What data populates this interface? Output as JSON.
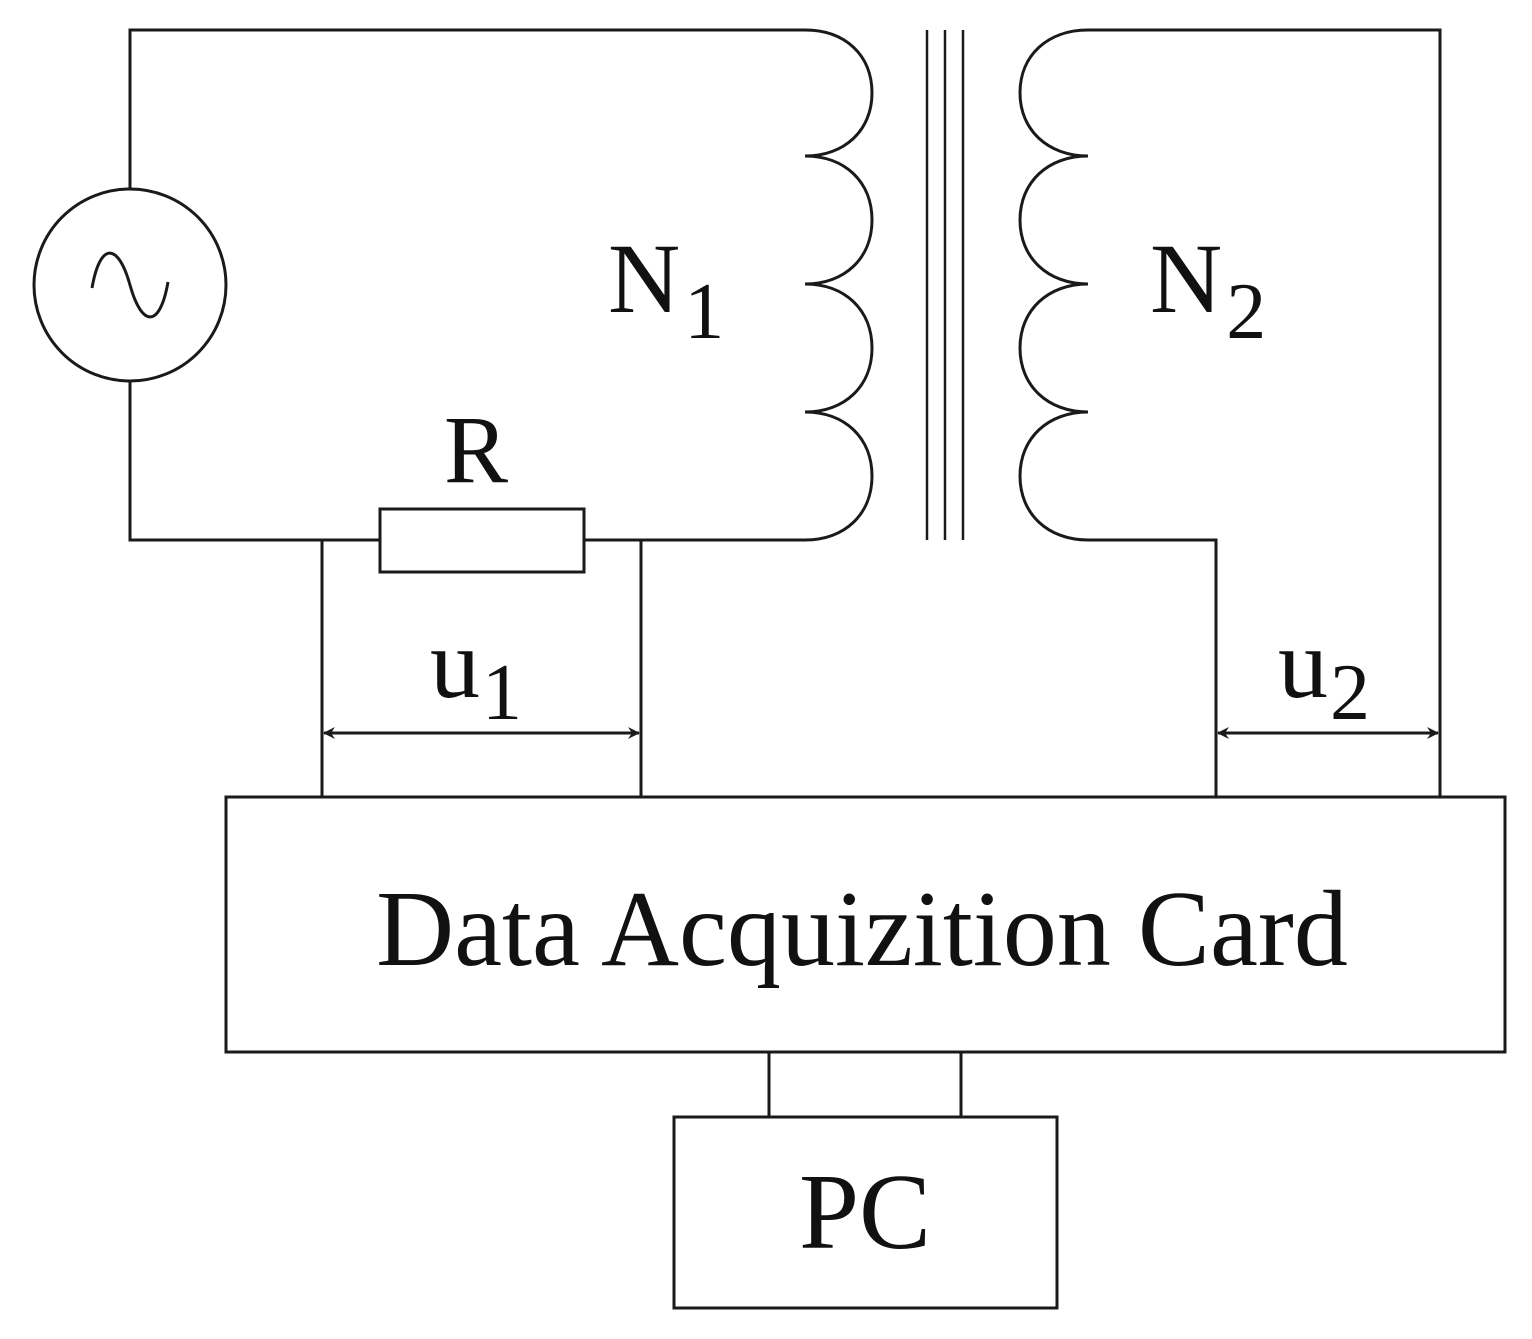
{
  "diagram": {
    "source_symbol": "ac-source",
    "resistor_label": "R",
    "primary_coil": {
      "letter": "N",
      "subscript": "1"
    },
    "secondary_coil": {
      "letter": "N",
      "subscript": "2"
    },
    "voltage_u1": {
      "letter": "u",
      "subscript": "1"
    },
    "voltage_u2": {
      "letter": "u",
      "subscript": "2"
    },
    "daq_label": "Data Acquizition Card",
    "pc_label": "PC",
    "colors": {
      "line": "#1a1a1a",
      "text": "#111111",
      "background": "#ffffff"
    }
  }
}
